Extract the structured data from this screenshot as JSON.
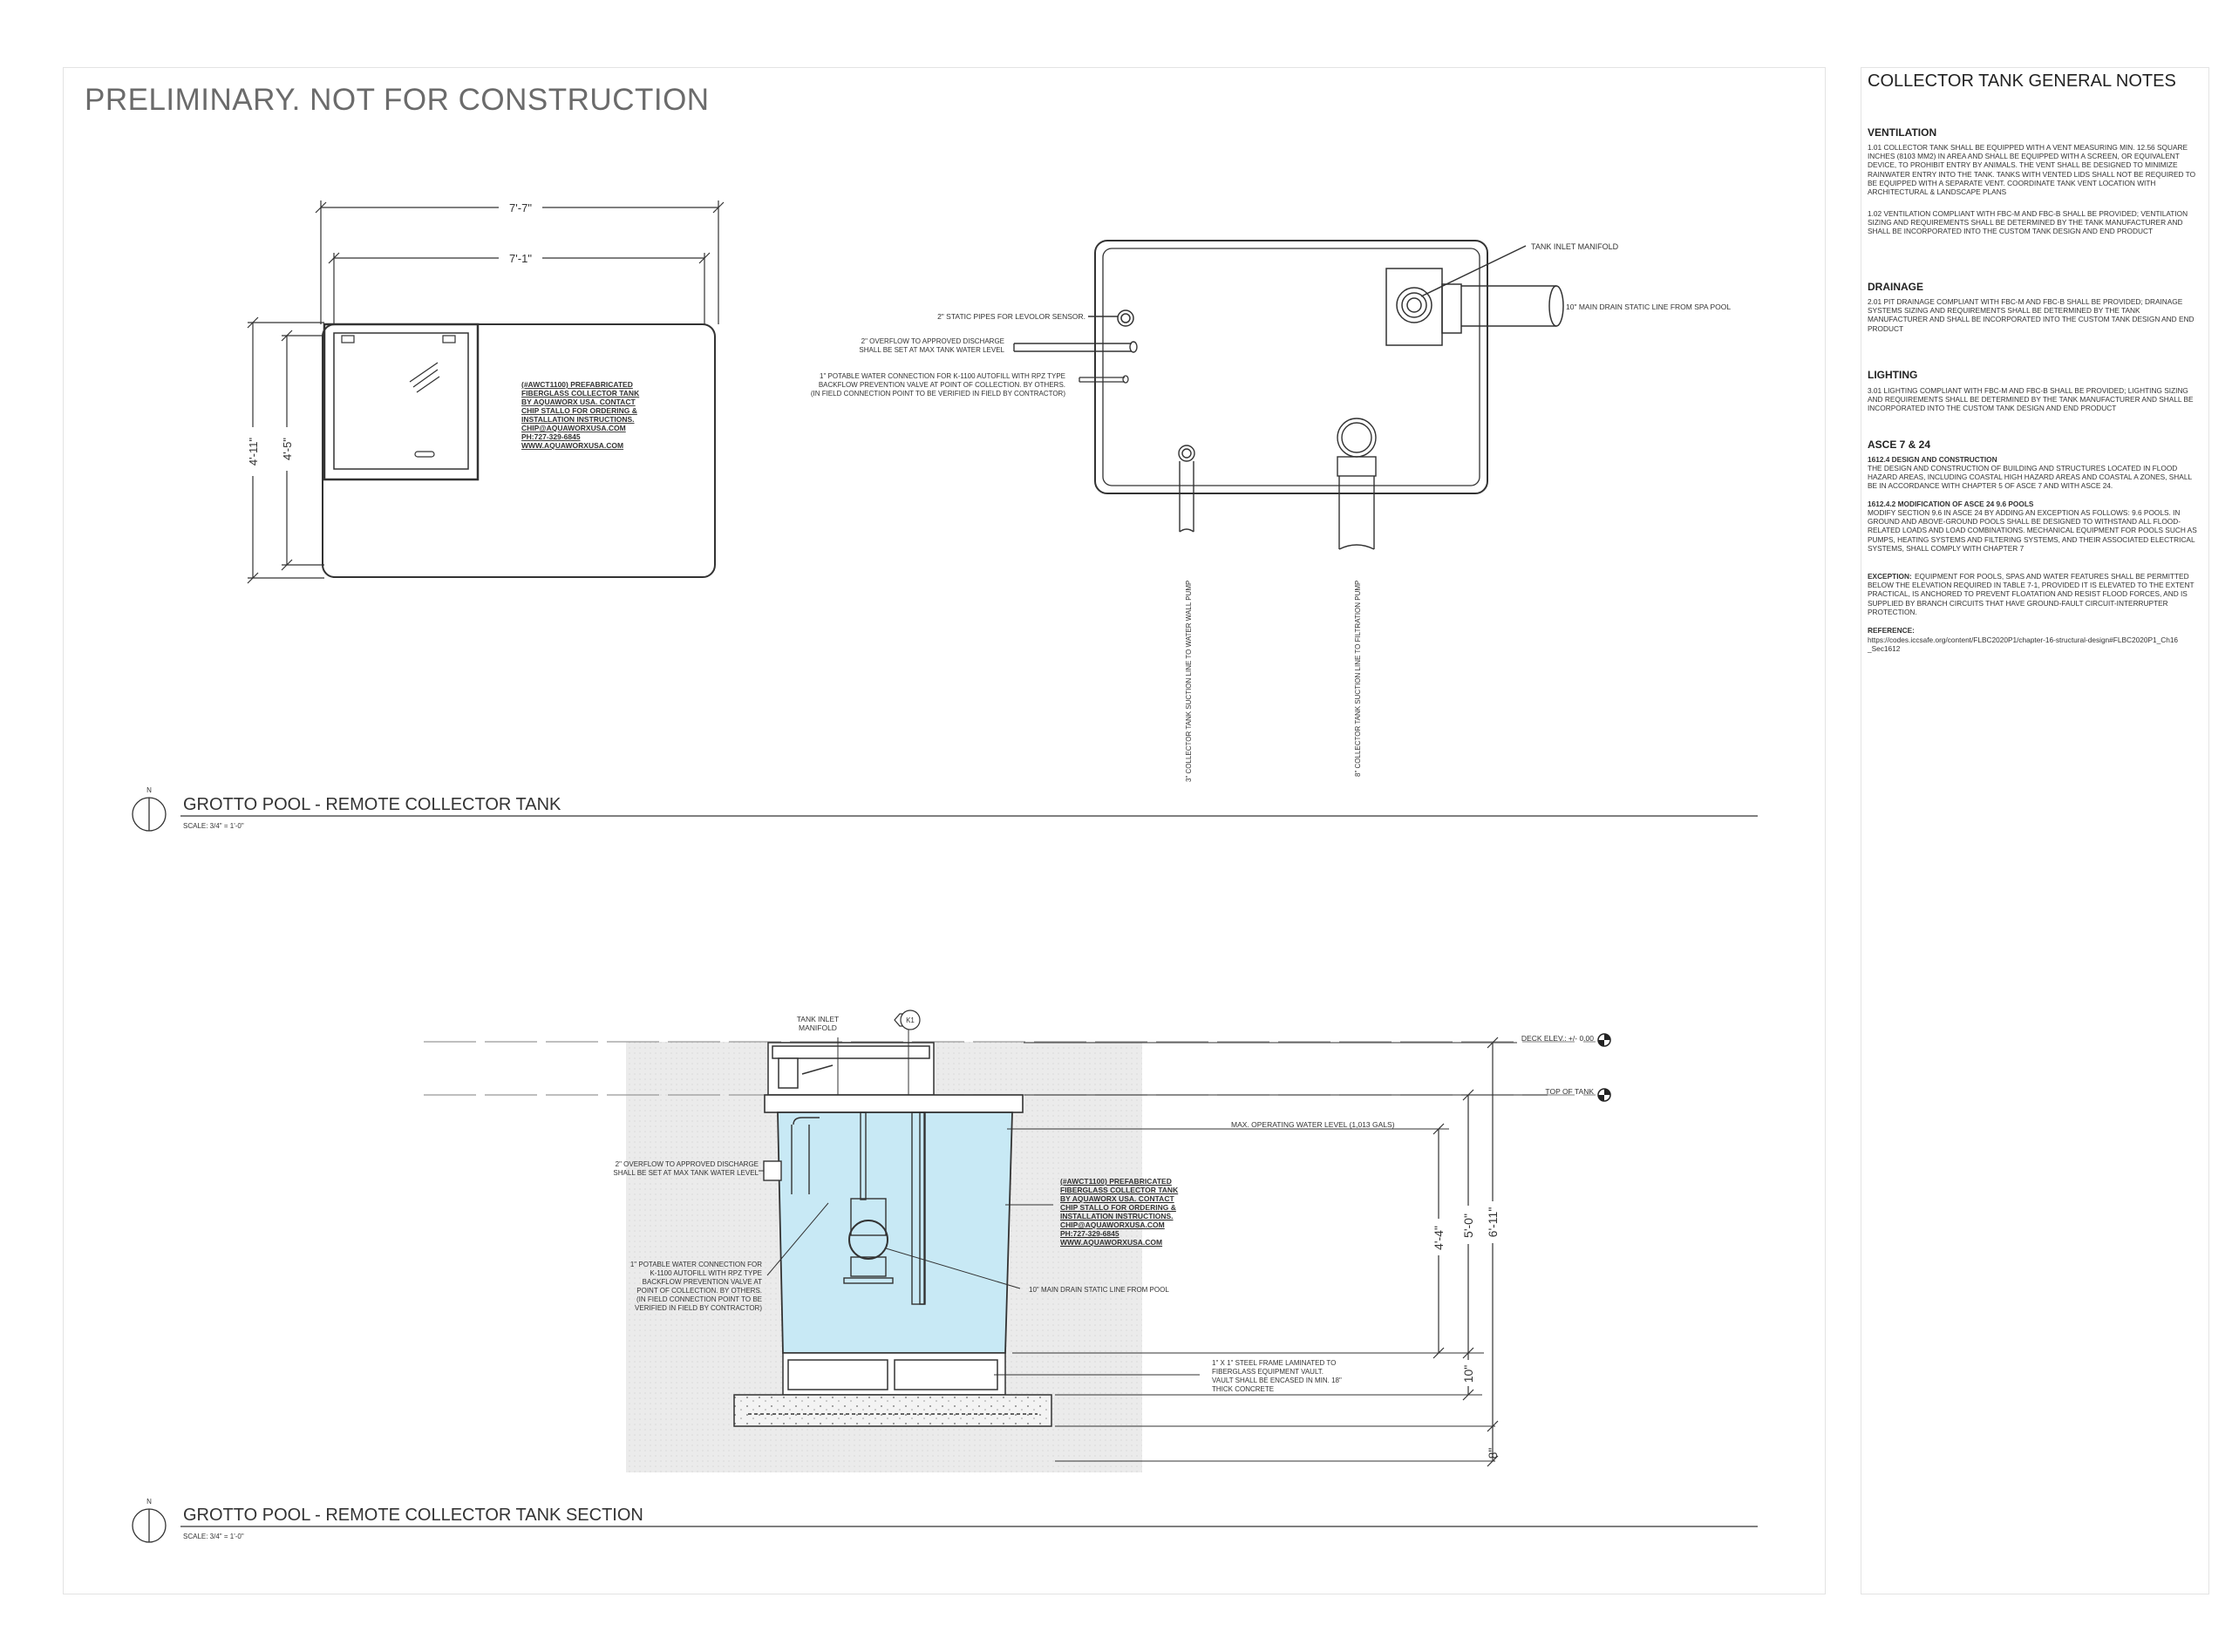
{
  "header": {
    "preliminary": "PRELIMINARY. NOT FOR CONSTRUCTION"
  },
  "plan": {
    "title": "GROTTO POOL - REMOTE COLLECTOR TANK",
    "scale": "SCALE: 3/4\" = 1'-0\"",
    "north": "N",
    "dim_overall_width": "7'-7\"",
    "dim_inner_width": "7'-1\"",
    "dim_overall_height": "4'-11\"",
    "dim_inner_height": "4'-5\"",
    "product_note": [
      "(#AWCT1100) PREFABRICATED",
      "FIBERGLASS COLLECTOR TANK",
      "BY AQUAWORX USA. CONTACT",
      "CHIP STALLO FOR ORDERING &",
      "INSTALLATION INSTRUCTIONS.",
      "CHIP@AQUAWORXUSA.COM",
      "PH:727-329-6845",
      "WWW.AQUAWORXUSA.COM"
    ],
    "label_inlet_manifold": "TANK INLET MANIFOLD",
    "label_main_drain": "10\" MAIN DRAIN STATIC LINE FROM SPA POOL",
    "label_static_pipes": "2\" STATIC PIPES FOR LEVOLOR SENSOR.",
    "label_overflow": [
      "2\" OVERFLOW TO APPROVED DISCHARGE",
      "SHALL BE SET AT MAX TANK WATER LEVEL"
    ],
    "label_potable": [
      "1\" POTABLE WATER CONNECTION FOR K-1100 AUTOFILL WITH RPZ TYPE",
      "BACKFLOW PREVENTION VALVE AT POINT OF COLLECTION. BY OTHERS.",
      "(IN FIELD CONNECTION POINT TO BE VERIFIED IN FIELD BY CONTRACTOR)"
    ],
    "label_suction_water_wall": "3\" COLLECTOR TANK SUCTION LINE TO WATER WALL PUMP",
    "label_suction_filtration": "8\" COLLECTOR TANK SUCTION LINE TO FILTRATION PUMP"
  },
  "section": {
    "title": "GROTTO POOL - REMOTE COLLECTOR TANK SECTION",
    "scale": "SCALE: 3/4\" = 1'-0\"",
    "north": "N",
    "label_inlet_manifold": [
      "TANK INLET",
      "MANIFOLD"
    ],
    "tag_k1": "K1",
    "deck_elev": "DECK ELEV.: +/- 0.00",
    "top_of_tank": "TOP OF TANK",
    "max_water": "MAX. OPERATING WATER LEVEL (1,013 GALS)",
    "label_overflow": [
      "2\" OVERFLOW TO APPROVED DISCHARGE",
      "SHALL BE SET AT MAX TANK WATER LEVEL"
    ],
    "label_potable": [
      "1\" POTABLE WATER CONNECTION FOR",
      "K-1100 AUTOFILL WITH RPZ TYPE",
      "BACKFLOW PREVENTION VALVE AT",
      "POINT OF COLLECTION. BY OTHERS.",
      "(IN FIELD CONNECTION POINT TO BE",
      "VERIFIED IN FIELD BY CONTRACTOR)"
    ],
    "product_note": [
      "(#AWCT1100) PREFABRICATED",
      "FIBERGLASS COLLECTOR TANK",
      "BY AQUAWORX USA. CONTACT",
      "CHIP STALLO FOR ORDERING &",
      "INSTALLATION INSTRUCTIONS.",
      "CHIP@AQUAWORXUSA.COM",
      "PH:727-329-6845",
      "WWW.AQUAWORXUSA.COM"
    ],
    "label_main_drain": "10\" MAIN DRAIN STATIC LINE FROM POOL",
    "label_steel_frame": [
      "1\" X 1\" STEEL FRAME LAMINATED TO",
      "FIBERGLASS EQUIPMENT VAULT.",
      "VAULT SHALL BE ENCASED IN MIN. 18\"",
      "THICK CONCRETE"
    ],
    "dim_water": "4'-4\"",
    "dim_tank": "5'-0\"",
    "dim_total": "6'-11\"",
    "dim_base": "10\"",
    "dim_slab": "8\""
  },
  "notes": {
    "title": "COLLECTOR TANK GENERAL NOTES",
    "ventilation_head": "VENTILATION",
    "ventilation_1": "1.01 COLLECTOR TANK SHALL BE EQUIPPED WITH A VENT MEASURING MIN. 12.56 SQUARE INCHES (8103 MM2) IN AREA AND SHALL BE EQUIPPED WITH A SCREEN, OR EQUIVALENT DEVICE, TO PROHIBIT ENTRY BY ANIMALS. THE VENT SHALL BE DESIGNED TO MINIMIZE RAINWATER ENTRY INTO THE TANK. TANKS WITH VENTED LIDS SHALL NOT BE REQUIRED TO BE EQUIPPED WITH A SEPARATE VENT. COORDINATE TANK VENT LOCATION WITH ARCHITECTURAL & LANDSCAPE PLANS",
    "ventilation_2": "1.02 VENTILATION COMPLIANT WITH FBC-M AND FBC-B SHALL BE PROVIDED; VENTILATION SIZING AND REQUIREMENTS SHALL BE DETERMINED BY THE TANK MANUFACTURER AND SHALL BE INCORPORATED INTO THE CUSTOM TANK DESIGN AND END PRODUCT",
    "drainage_head": "DRAINAGE",
    "drainage_1": "2.01 PIT DRAINAGE COMPLIANT WITH FBC-M AND FBC-B SHALL BE PROVIDED; DRAINAGE SYSTEMS SIZING AND REQUIREMENTS SHALL BE DETERMINED BY THE TANK MANUFACTURER AND SHALL BE INCORPORATED INTO THE CUSTOM TANK DESIGN AND END PRODUCT",
    "lighting_head": "LIGHTING",
    "lighting_1": "3.01 LIGHTING COMPLIANT WITH FBC-M AND FBC-B SHALL BE PROVIDED; LIGHTING SIZING AND REQUIREMENTS SHALL BE DETERMINED BY THE TANK MANUFACTURER AND SHALL BE INCORPORATED INTO THE CUSTOM TANK DESIGN AND END PRODUCT",
    "asce_head": "ASCE 7 & 24",
    "asce_1_head": "1612.4 DESIGN AND CONSTRUCTION",
    "asce_1": "THE DESIGN AND CONSTRUCTION OF BUILDING AND STRUCTURES LOCATED IN FLOOD HAZARD AREAS, INCLUDING COASTAL HIGH HAZARD AREAS AND COASTAL A ZONES, SHALL BE IN ACCORDANCE WITH CHAPTER 5 OF ASCE 7 AND WITH ASCE 24.",
    "asce_2_head": "1612.4.2 MODIFICATION OF ASCE 24 9.6 POOLS",
    "asce_2": "MODIFY SECTION 9.6 IN ASCE 24 BY ADDING AN EXCEPTION AS FOLLOWS: 9.6 POOLS. IN GROUND AND ABOVE-GROUND POOLS SHALL BE DESIGNED TO WITHSTAND ALL FLOOD-RELATED LOADS AND LOAD COMBINATIONS. MECHANICAL EQUIPMENT FOR POOLS SUCH AS PUMPS, HEATING SYSTEMS AND FILTERING SYSTEMS, AND THEIR ASSOCIATED ELECTRICAL SYSTEMS, SHALL COMPLY WITH CHAPTER 7",
    "exception_head": "EXCEPTION:",
    "exception": "EQUIPMENT FOR POOLS, SPAS AND WATER FEATURES SHALL BE PERMITTED BELOW THE ELEVATION REQUIRED IN TABLE 7-1, PROVIDED IT IS ELEVATED TO THE EXTENT PRACTICAL, IS ANCHORED TO PREVENT FLOATATION AND RESIST FLOOD FORCES, AND IS SUPPLIED BY BRANCH CIRCUITS THAT HAVE GROUND-FAULT CIRCUIT-INTERRUPTER PROTECTION.",
    "reference_head": "REFERENCE:",
    "reference": "https://codes.iccsafe.org/content/FLBC2020P1/chapter-16-structural-design#FLBC2020P1_Ch16_Sec1612"
  },
  "colors": {
    "water": "#c8e9f5",
    "line": "#333333",
    "hatch": "#e6e6e6",
    "header": "#6b6b6b"
  }
}
